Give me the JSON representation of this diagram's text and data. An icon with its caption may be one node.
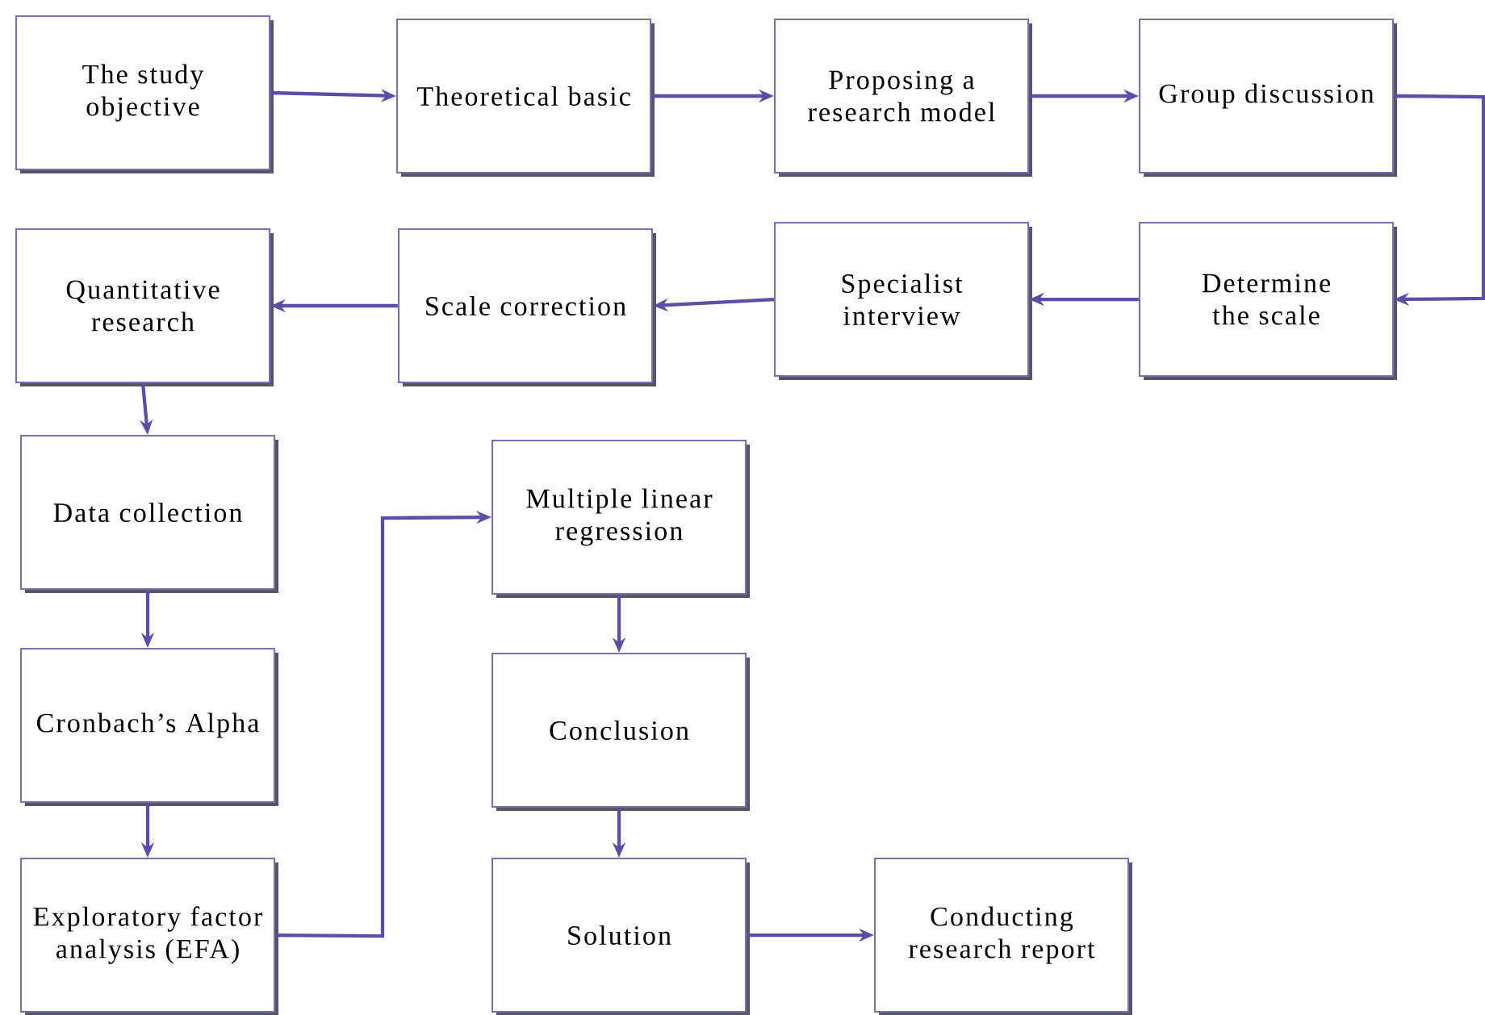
{
  "diagram": {
    "nodes": [
      {
        "text": [
          "The study objective"
        ]
      },
      {
        "text": [
          "Theoretical basic"
        ]
      },
      {
        "text": [
          "Proposing a research model"
        ]
      },
      {
        "text": [
          "Group discussion"
        ]
      },
      {
        "text": [
          "Determine the scale"
        ]
      },
      {
        "text": [
          "Specialist interview"
        ]
      },
      {
        "text": [
          "Scale correction"
        ]
      },
      {
        "text": [
          "Quantitative research"
        ]
      },
      {
        "text": [
          "Data collection"
        ]
      },
      {
        "text": [
          "Cronbach’s Alpha"
        ]
      },
      {
        "text": [
          "Exploratory factor analysis (EFA)"
        ]
      },
      {
        "text": [
          "Multiple linear regression"
        ]
      },
      {
        "text": [
          "Conclusion"
        ]
      },
      {
        "text": [
          "Solution"
        ]
      },
      {
        "text": [
          "Conducting research report"
        ]
      }
    ],
    "edges": [
      {
        "from": 0,
        "to": 1,
        "arrow": "to"
      },
      {
        "from": 1,
        "to": 2,
        "arrow": "to"
      },
      {
        "from": 2,
        "to": 3,
        "arrow": "to"
      },
      {
        "from": 3,
        "to": 4,
        "arrow": "to"
      },
      {
        "from": 4,
        "to": 5,
        "arrow": "to"
      },
      {
        "from": 5,
        "to": 6,
        "arrow": "to"
      },
      {
        "from": 6,
        "to": 7,
        "arrow": "to"
      },
      {
        "from": 7,
        "to": 8,
        "arrow": "to"
      },
      {
        "from": 8,
        "to": 9,
        "arrow": "to"
      },
      {
        "from": 9,
        "to": 10,
        "arrow": "to"
      },
      {
        "from": 10,
        "to": 11,
        "arrow": "to"
      },
      {
        "from": 11,
        "to": 12,
        "arrow": "to"
      },
      {
        "from": 12,
        "to": 13,
        "arrow": "to"
      },
      {
        "from": 13,
        "to": 14,
        "arrow": "to"
      }
    ]
  }
}
